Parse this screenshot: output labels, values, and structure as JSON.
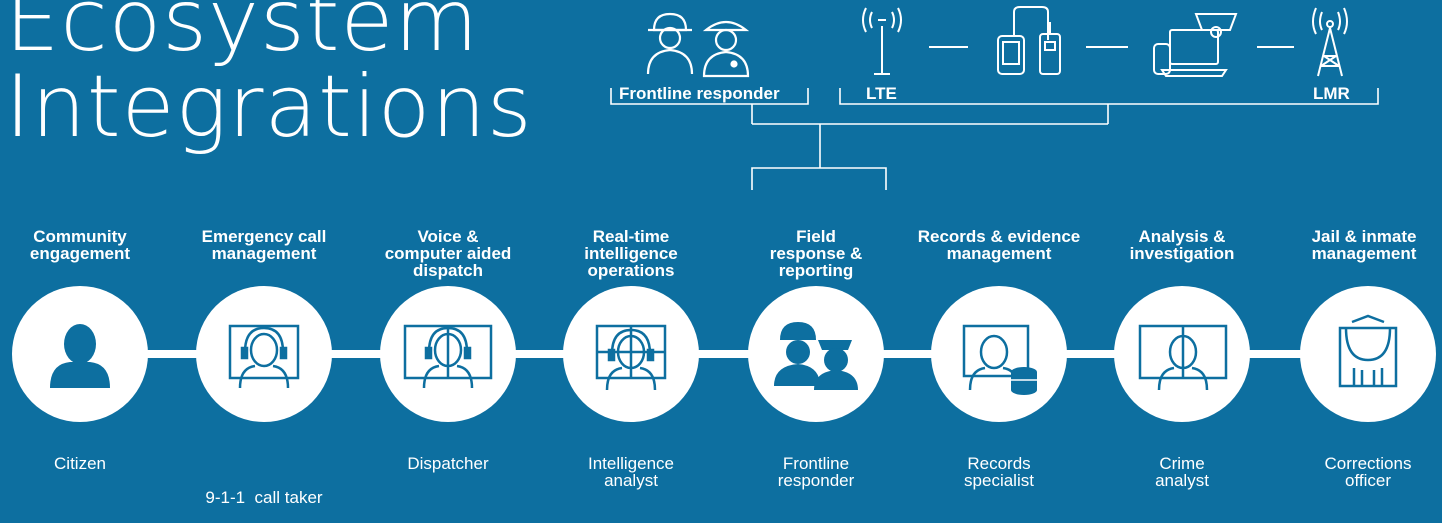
{
  "title": {
    "line1": "Ecosystem",
    "line2": "Integrations"
  },
  "top": {
    "responder_label": "Frontline  responder",
    "lte_label": "LTE",
    "lmr_label": "LMR"
  },
  "stages": [
    {
      "name": "Community engagement",
      "lines": [
        "Community",
        "engagement"
      ],
      "role": [
        "Citizen"
      ],
      "icon": "citizen-icon"
    },
    {
      "name": "Emergency call management",
      "lines": [
        "Emergency call",
        "management"
      ],
      "role": [
        "9-1-1  call taker"
      ],
      "icon": "call-taker-icon"
    },
    {
      "name": "Voice & computer aided dispatch",
      "lines": [
        "Voice &",
        "computer aided",
        "dispatch"
      ],
      "role": [
        "Dispatcher"
      ],
      "icon": "dispatcher-icon"
    },
    {
      "name": "Real-time intelligence operations",
      "lines": [
        "Real-time",
        "intelligence",
        "operations"
      ],
      "role": [
        "Intelligence",
        "analyst"
      ],
      "icon": "intelligence-analyst-icon"
    },
    {
      "name": "Field response & reporting",
      "lines": [
        "Field",
        "response &",
        "reporting"
      ],
      "role": [
        "Frontline",
        "responder"
      ],
      "icon": "frontline-responder-icon"
    },
    {
      "name": "Records & evidence management",
      "lines": [
        "Records & evidence",
        "management"
      ],
      "role": [
        "Records",
        "specialist"
      ],
      "icon": "records-specialist-icon"
    },
    {
      "name": "Analysis & investigation",
      "lines": [
        "Analysis &",
        "investigation"
      ],
      "role": [
        "Crime",
        "analyst"
      ],
      "icon": "crime-analyst-icon"
    },
    {
      "name": "Jail & inmate management",
      "lines": [
        "Jail & inmate",
        "management"
      ],
      "role": [
        "Corrections",
        "officer"
      ],
      "icon": "corrections-officer-icon"
    }
  ],
  "colors": {
    "background": "#0D6FA0",
    "foreground": "#FFFFFF"
  }
}
